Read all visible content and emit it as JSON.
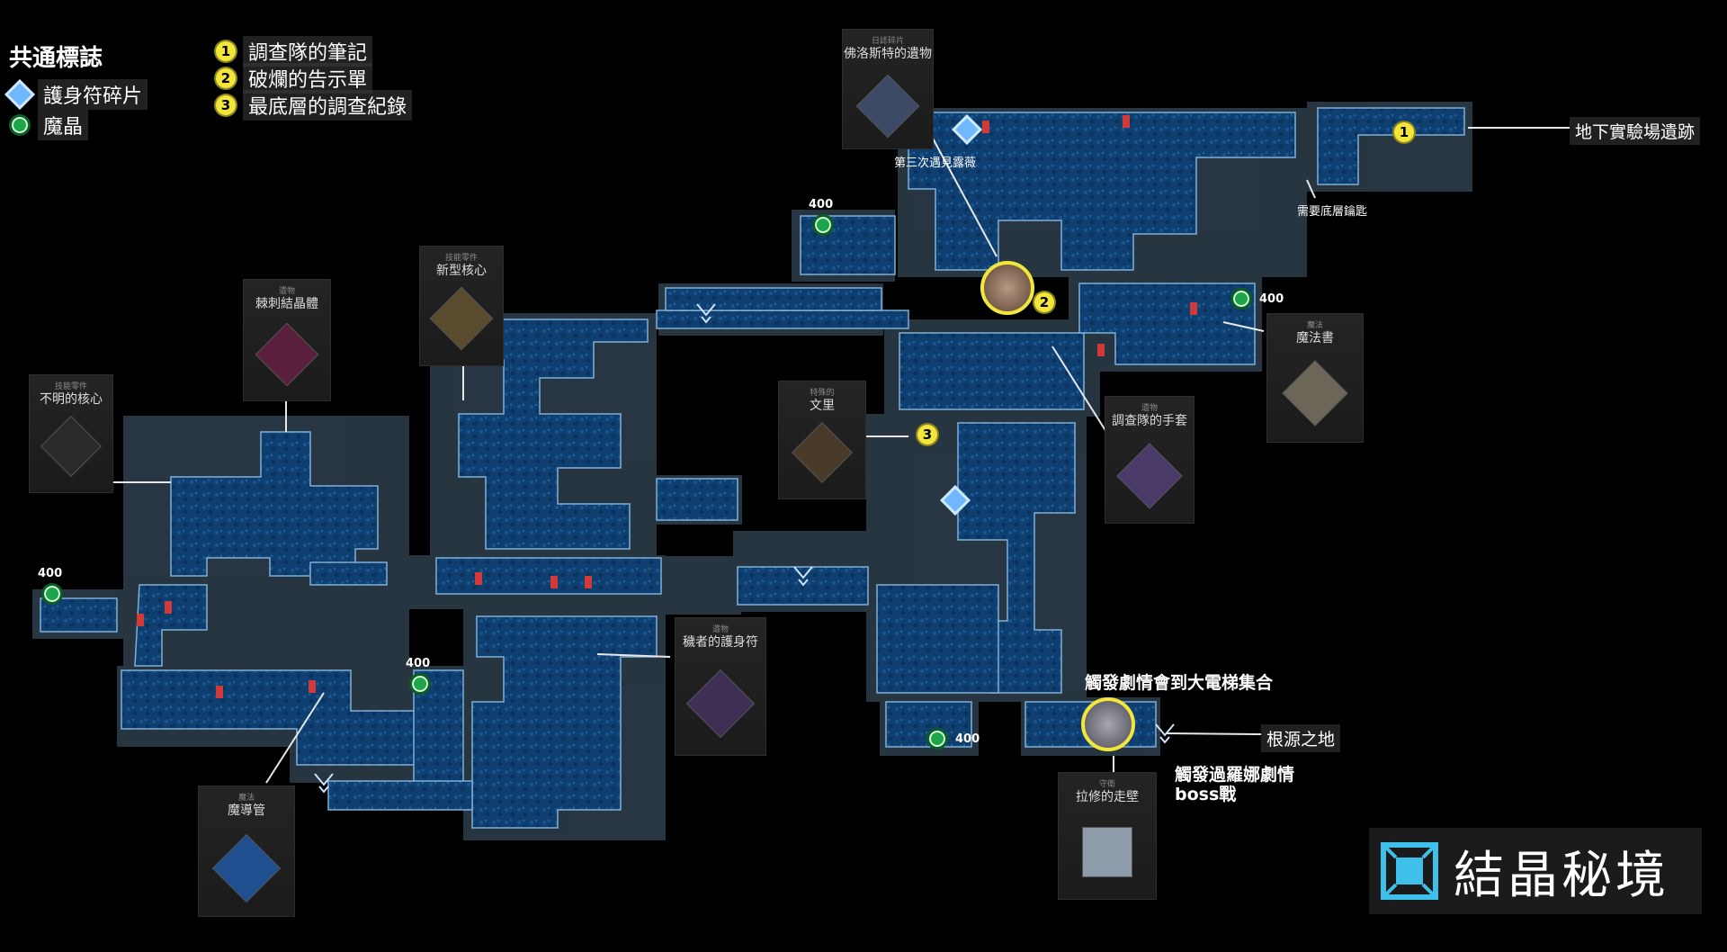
{
  "legend": {
    "title": "共通標誌",
    "items": [
      {
        "icon": "charm-icon",
        "label": "護身符碎片"
      },
      {
        "icon": "crystal-icon",
        "label": "魔晶"
      }
    ],
    "numbered": [
      {
        "num": "1",
        "label": "調查隊的筆記"
      },
      {
        "num": "2",
        "label": "破爛的告示單"
      },
      {
        "num": "3",
        "label": "最底層的調查紀錄"
      }
    ]
  },
  "crystal_value": "400",
  "locations": {
    "lab_ruins": "地下實驗場遺跡",
    "need_key": "需要底層鑰匙",
    "third_rose": "第三次遇見露薇",
    "trigger_elevator": "觸發劇情會到大電梯集合",
    "origin_land": "根源之地",
    "trigger_rona": "觸發過羅娜劇情",
    "boss_battle": "boss戰"
  },
  "cards": [
    {
      "id": "unknown-core",
      "sub": "技能零件",
      "title": "不明的核心"
    },
    {
      "id": "thorn-crystal",
      "sub": "遺物",
      "title": "棘刺結晶體"
    },
    {
      "id": "new-core",
      "sub": "技能零件",
      "title": "新型核心"
    },
    {
      "id": "florist-relic",
      "sub": "日誌碎片",
      "title": "佛洛斯特的遺物"
    },
    {
      "id": "wenli",
      "sub": "特殊的",
      "title": "文里"
    },
    {
      "id": "magic-book",
      "sub": "魔法",
      "title": "魔法書"
    },
    {
      "id": "team-glove",
      "sub": "遺物",
      "title": "調查隊的手套"
    },
    {
      "id": "rotten-charm",
      "sub": "遺物",
      "title": "穢者的護身符"
    },
    {
      "id": "magic-tube",
      "sub": "魔法",
      "title": "魔導管"
    },
    {
      "id": "walking-wall",
      "sub": "守衛",
      "title": "拉修的走壁"
    }
  ],
  "logo": {
    "text": "結晶秘境"
  },
  "colors": {
    "water": "#0e3a66",
    "panel": "#2b3a48",
    "accent": "#f3e63a",
    "crystal": "#1ea44a",
    "charm": "#6fb7ff",
    "door": "#d23a3a"
  }
}
